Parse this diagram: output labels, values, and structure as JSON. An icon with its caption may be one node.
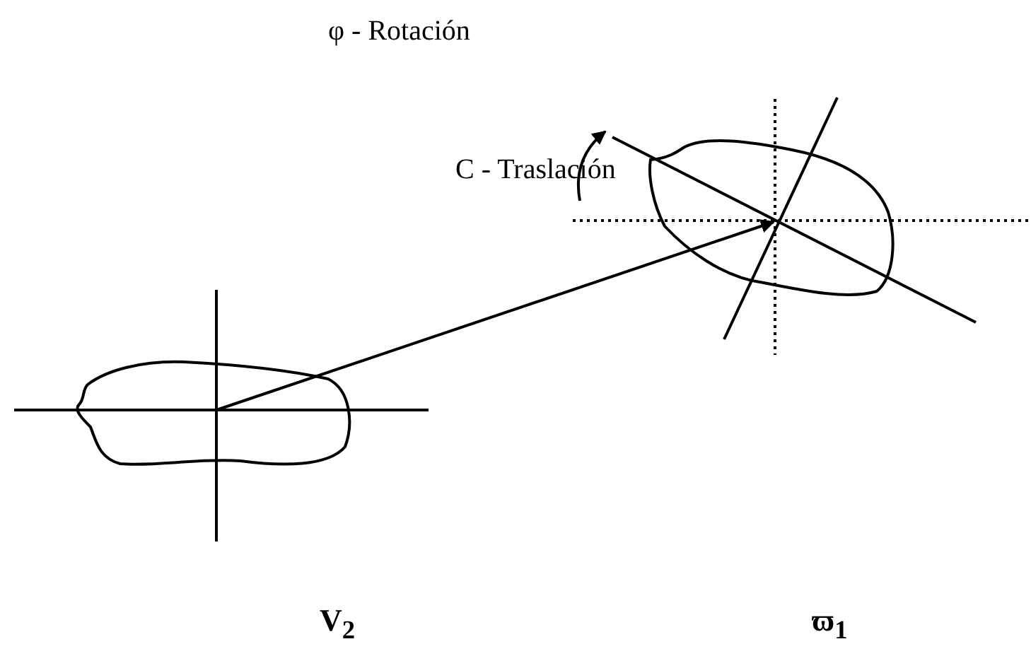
{
  "diagram": {
    "labels": [
      "φ - Rotación",
      "C - Traslación",
      "V$_{2}$",
      "ϖ$_{1}$"
    ]
  }
}
